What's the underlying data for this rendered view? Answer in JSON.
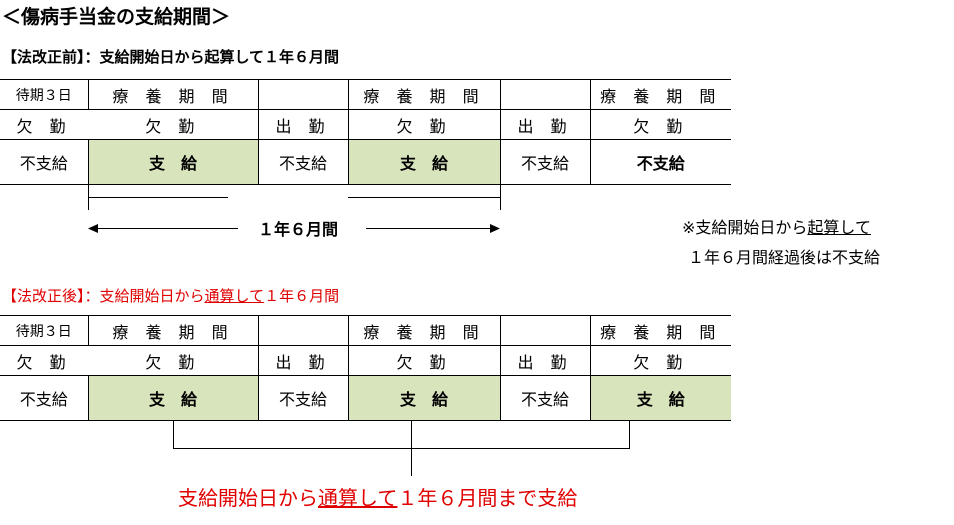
{
  "title": "＜傷病手当金の支給期間＞",
  "before": {
    "heading": "【法改正前】：支給開始日から起算して１年６月間",
    "row1": [
      "待期３日",
      "療 養 期 間",
      "",
      "療 養 期 間",
      "",
      "療 養 期 間"
    ],
    "row2": [
      "欠 勤",
      "欠 勤",
      "出 勤",
      "欠 勤",
      "出 勤",
      "欠 勤"
    ],
    "row3": [
      "不支給",
      "支　給",
      "不支給",
      "支　給",
      "不支給",
      "不支給"
    ],
    "period_label": "１年６月間",
    "note_line1_prefix": "※支給開始日から",
    "note_line1_underlined": "起算して",
    "note_line2": "１年６月間経過後は不支給"
  },
  "after": {
    "heading_prefix": "【法改正後】：支給開始日から",
    "heading_underlined": "通算して",
    "heading_suffix": "１年６月間",
    "row1": [
      "待期３日",
      "療 養 期 間",
      "",
      "療 養 期 間",
      "",
      "療 養 期 間"
    ],
    "row2": [
      "欠 勤",
      "欠 勤",
      "出 勤",
      "欠 勤",
      "出 勤",
      "欠 勤"
    ],
    "row3": [
      "不支給",
      "支　給",
      "不支給",
      "支　給",
      "不支給",
      "支　給"
    ],
    "bottom_prefix": "支給開始日から",
    "bottom_underlined": "通算して",
    "bottom_suffix": "１年６月間まで支給"
  },
  "colors": {
    "paid_cell": "#d8e4bc",
    "red_text": "#e00000"
  }
}
